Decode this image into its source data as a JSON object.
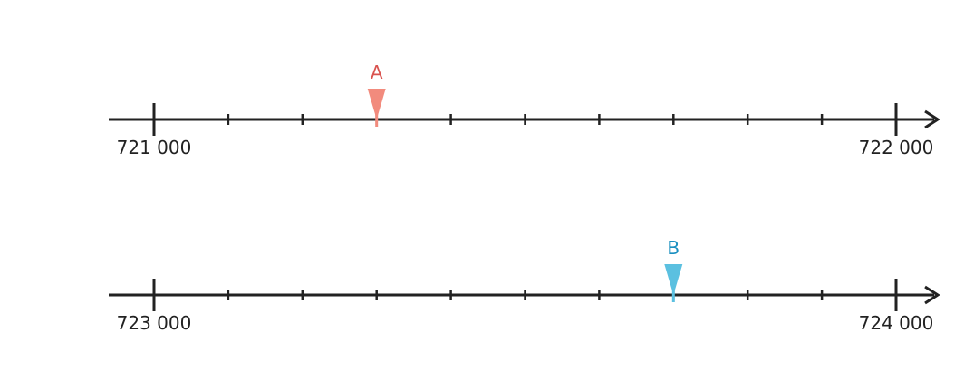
{
  "number_lines": [
    {
      "start_value": 721000,
      "end_value": 722000,
      "start_label": "721 000",
      "end_label": "722 000",
      "intervals": 10,
      "marker": {
        "label": "A",
        "value": 721300,
        "label_color": "#d9534f",
        "fill_color": "#f28b7d"
      }
    },
    {
      "start_value": 723000,
      "end_value": 724000,
      "start_label": "723 000",
      "end_label": "724 000",
      "intervals": 10,
      "marker": {
        "label": "B",
        "value": 723700,
        "label_color": "#1a8fc0",
        "fill_color": "#5bc0e0"
      }
    }
  ]
}
